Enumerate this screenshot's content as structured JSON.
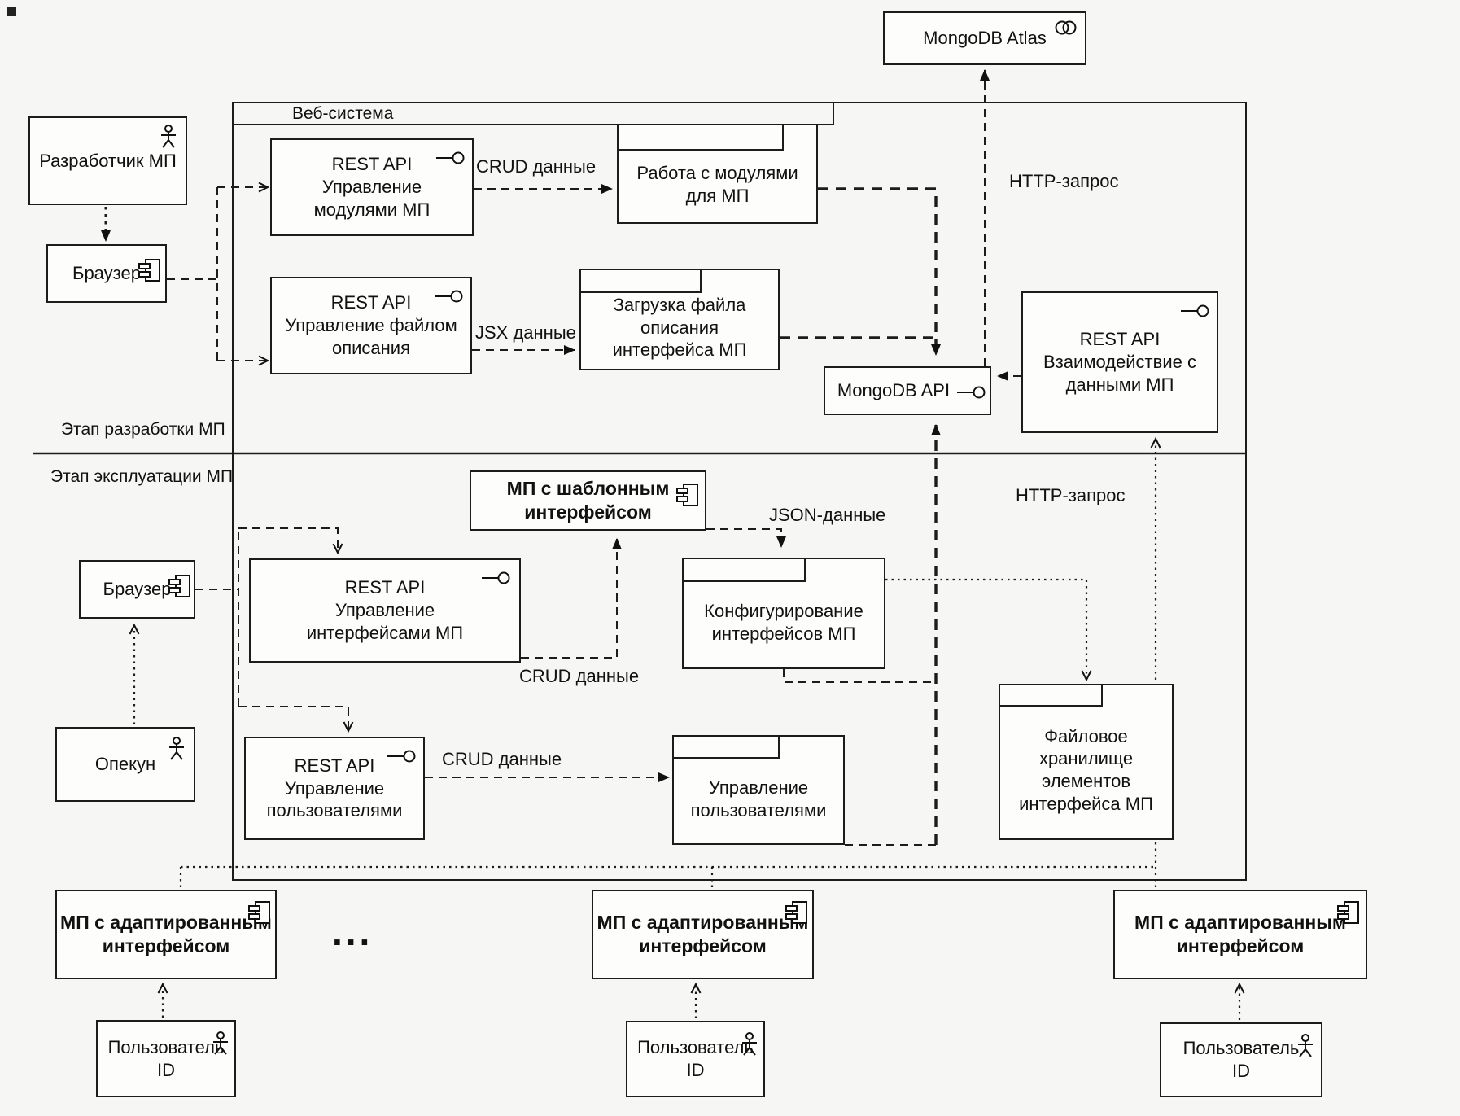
{
  "container": {
    "title": "Веб-система"
  },
  "stages": {
    "development": "Этап разработки МП",
    "operation": "Этап эксплуатации МП"
  },
  "nodes": {
    "developer": {
      "label": "Разработчик МП"
    },
    "browser_dev": {
      "label": "Браузер"
    },
    "browser_op": {
      "label": "Браузер"
    },
    "guardian": {
      "label": "Опекун"
    },
    "api_modules": {
      "lines": [
        "REST API",
        "Управление",
        "модулями МП"
      ]
    },
    "work_modules": {
      "lines": [
        "Работа с модулями",
        "для МП"
      ]
    },
    "api_file": {
      "lines": [
        "REST API",
        "Управление файлом",
        "описания"
      ]
    },
    "load_file": {
      "lines": [
        "Загрузка файла",
        "описания",
        "интерфейса МП"
      ]
    },
    "mongodb_atlas": {
      "label": "MongoDB Atlas"
    },
    "mongodb_api": {
      "label": "MongoDB API"
    },
    "api_interact": {
      "lines": [
        "REST API",
        "Взаимодействие с",
        "данными МП"
      ]
    },
    "mp_template": {
      "lines": [
        "МП с шаблонным",
        "интерфейсом"
      ]
    },
    "api_interfaces": {
      "lines": [
        "REST API",
        "Управление",
        "интерфейсами МП"
      ]
    },
    "config_interfaces": {
      "lines": [
        "Конфигурирование",
        "интерфейсов МП"
      ]
    },
    "api_users": {
      "lines": [
        "REST API",
        "Управление",
        "пользователями"
      ]
    },
    "manage_users": {
      "lines": [
        "Управление",
        "пользователями"
      ]
    },
    "file_storage": {
      "lines": [
        "Файловое",
        "хранилище",
        "элементов",
        "интерфейса МП"
      ]
    },
    "mp_adapted": {
      "lines": [
        "МП с адаптированным",
        "интерфейсом"
      ]
    },
    "user_id": {
      "lines": [
        "Пользователь",
        "ID"
      ]
    },
    "ellipsis": {
      "label": "..."
    }
  },
  "edge_labels": {
    "crud_modules": "CRUD данные",
    "jsx_data": "JSX данные",
    "http_atlas": "HTTP-запрос",
    "json_data": "JSON-данные",
    "crud_interfaces": "CRUD данные",
    "crud_users": "CRUD данные",
    "http_interact": "HTTP-запрос"
  }
}
